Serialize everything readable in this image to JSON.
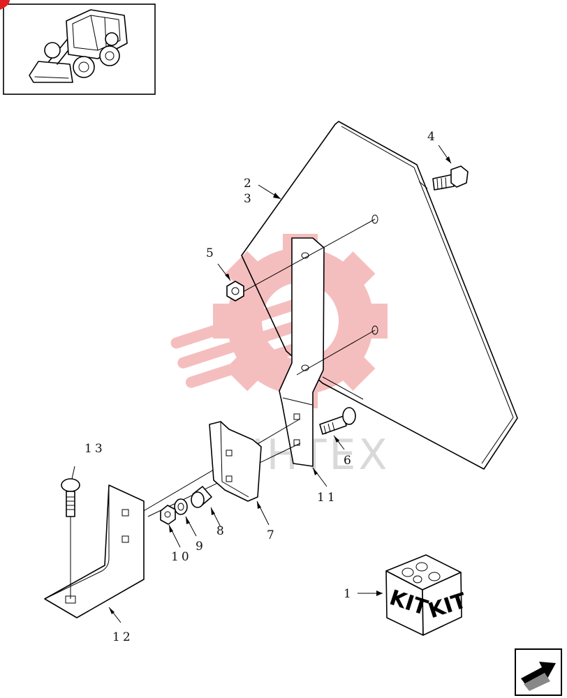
{
  "watermark": {
    "text": "VIHTEX",
    "color": "#f4b6b6"
  },
  "thumbnail": {
    "icon": "skid-steer-loader-icon"
  },
  "nav": {
    "icon": "arrow-next-icon"
  },
  "kit": {
    "label_left": "KIT",
    "label_right": "KIT"
  },
  "callouts": {
    "c1": "1",
    "c2": "2",
    "c3": "3",
    "c4": "4",
    "c5": "5",
    "c6": "6",
    "c7": "7",
    "c8": "8",
    "c9": "9",
    "c10": "10",
    "c11": "11",
    "c12": "12",
    "c13": "13"
  }
}
